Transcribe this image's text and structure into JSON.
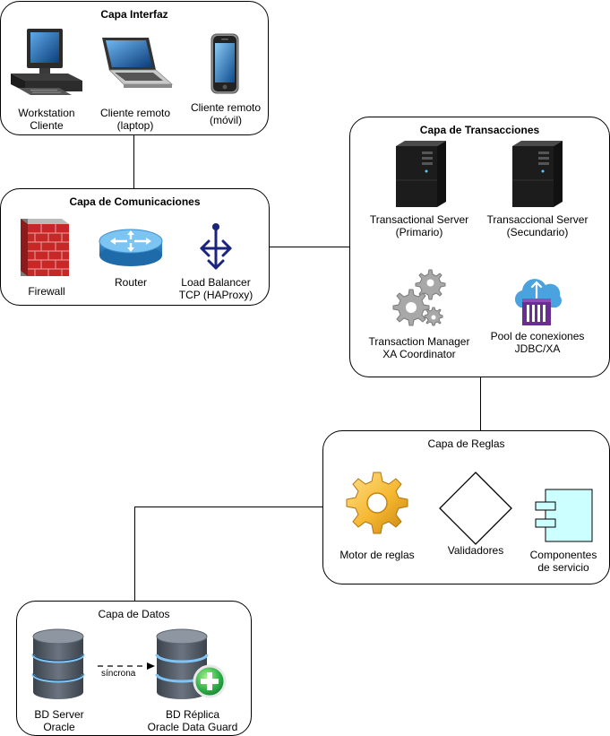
{
  "capa_interfaz": {
    "title": "Capa Interfaz",
    "nodes": [
      {
        "line1": "Workstation",
        "line2": "Cliente",
        "icon": "workstation-icon"
      },
      {
        "line1": "Cliente remoto",
        "line2": "(laptop)",
        "icon": "laptop-icon"
      },
      {
        "line1": "Cliente remoto",
        "line2": "(móvil)",
        "icon": "smartphone-icon"
      }
    ]
  },
  "capa_comunicaciones": {
    "title": "Capa de Comunicaciones",
    "nodes": [
      {
        "line1": "Firewall",
        "icon": "firewall-icon"
      },
      {
        "line1": "Router",
        "icon": "router-icon"
      },
      {
        "line1": "Load Balancer",
        "line2": "TCP (HAProxy)",
        "icon": "load-balancer-icon"
      }
    ]
  },
  "capa_transacciones": {
    "title": "Capa de Transacciones",
    "nodes": [
      {
        "line1": "Transactional Server",
        "line2": "(Primario)",
        "icon": "server-tower-icon"
      },
      {
        "line1": "Transaccional Server",
        "line2": "(Secundario)",
        "icon": "server-tower-icon"
      },
      {
        "line1": "Transaction Manager",
        "line2": "XA Coordinator",
        "icon": "gears-icon"
      },
      {
        "line1": "Pool de conexiones",
        "line2": "JDBC/XA",
        "icon": "cloud-container-icon"
      }
    ]
  },
  "capa_reglas": {
    "title": "Capa de Reglas",
    "nodes": [
      {
        "line1": "Motor de reglas",
        "icon": "gear-icon"
      },
      {
        "line1": "Validadores",
        "icon": "diamond-icon"
      },
      {
        "line1": "Componentes",
        "line2": "de servicio",
        "icon": "component-icon"
      }
    ]
  },
  "capa_datos": {
    "title": "Capa de Datos",
    "nodes": [
      {
        "line1": "BD Server",
        "line2": "Oracle",
        "icon": "database-icon"
      },
      {
        "line1": "BD Réplica",
        "line2": "Oracle Data Guard",
        "icon": "database-plus-icon"
      }
    ],
    "sync_label": "síncrona"
  },
  "colors": {
    "border": "#000000",
    "firewall_red": "#c62828",
    "router_blue": "#4aa3df",
    "load_balancer_navy": "#1a237e",
    "server_black": "#1a1a1a",
    "gear_gold": "#f5b730",
    "component_cyan": "#ccffff",
    "database_gray": "#5a6470",
    "replica_green": "#2fb34a",
    "cloud_blue": "#4aa3df",
    "container_purple": "#6a2d91"
  }
}
